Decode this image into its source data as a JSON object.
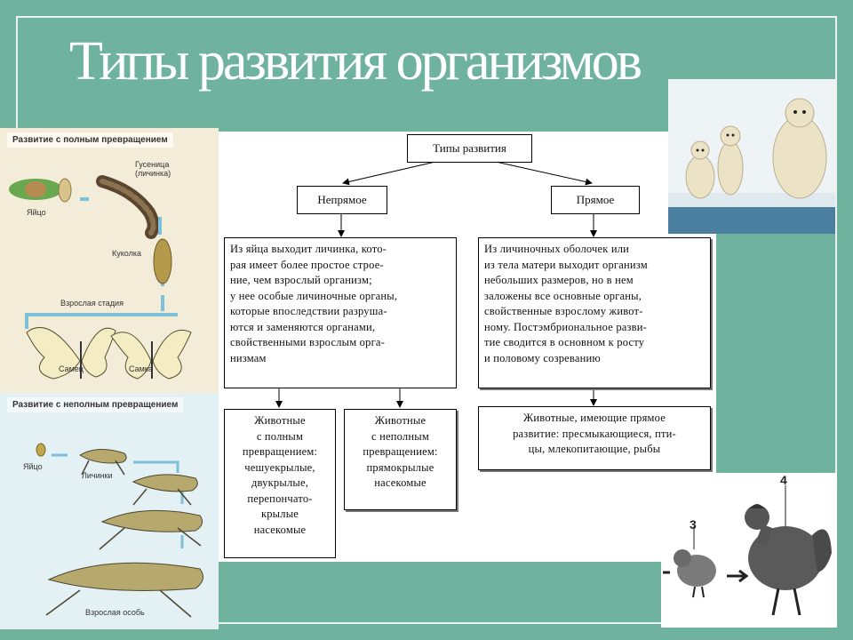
{
  "slide": {
    "title": "Типы развития организмов"
  },
  "diagram": {
    "root": "Типы развития",
    "indirect": {
      "label": "Непрямое",
      "description": "Из яйца выходит личинка, кото-\nрая имеет более простое строе-\nние, чем взрослый организм;\nу нее особые личиночные органы,\nкоторые впоследствии разруша-\nются и заменяются органами,\nсвойственными взрослым орга-\nнизмам",
      "complete_box": "Животные\nс полным\nпревращением:\nчешуекрылые,\nдвукрылые,\nперепончато-\nкрылые\nнасекомые",
      "incomplete_box": "Животные\nс неполным\nпревращением:\nпрямокрылые\nнасекомые"
    },
    "direct": {
      "label": "Прямое",
      "description": "Из личиночных оболочек или\nиз тела матери выходит организм\nнебольших размеров, но в нем\nзаложены все основные органы,\nсвойственные взрослому живот-\nному. Постэмбриональное разви-\nтие сводится в основном к росту\nи половому созреванию",
      "animals_box": "Животные, имеющие прямое\nразвитие: пресмыкающиеся, пти-\nцы, млекопитающие, рыбы"
    }
  },
  "complete_metamorphosis_picture": {
    "title": "Развитие с полным превращением",
    "labels": {
      "egg": "Яйцо",
      "caterpillar": "Гусеница\n(личинка)",
      "pupa": "Куколка",
      "adult_stage": "Взрослая стадия",
      "male": "Самец",
      "female": "Самка"
    }
  },
  "incomplete_metamorphosis_picture": {
    "title": "Развитие с неполным превращением",
    "labels": {
      "egg": "Яйцо",
      "larvae": "Личинки",
      "adult": "Взрослая особь"
    }
  },
  "chicken_picture": {
    "label_chick": "3",
    "label_hen": "4"
  },
  "colors": {
    "background": "#6fb39e",
    "arrow": "#7cc0d9",
    "frame": "#e9f3ef"
  }
}
